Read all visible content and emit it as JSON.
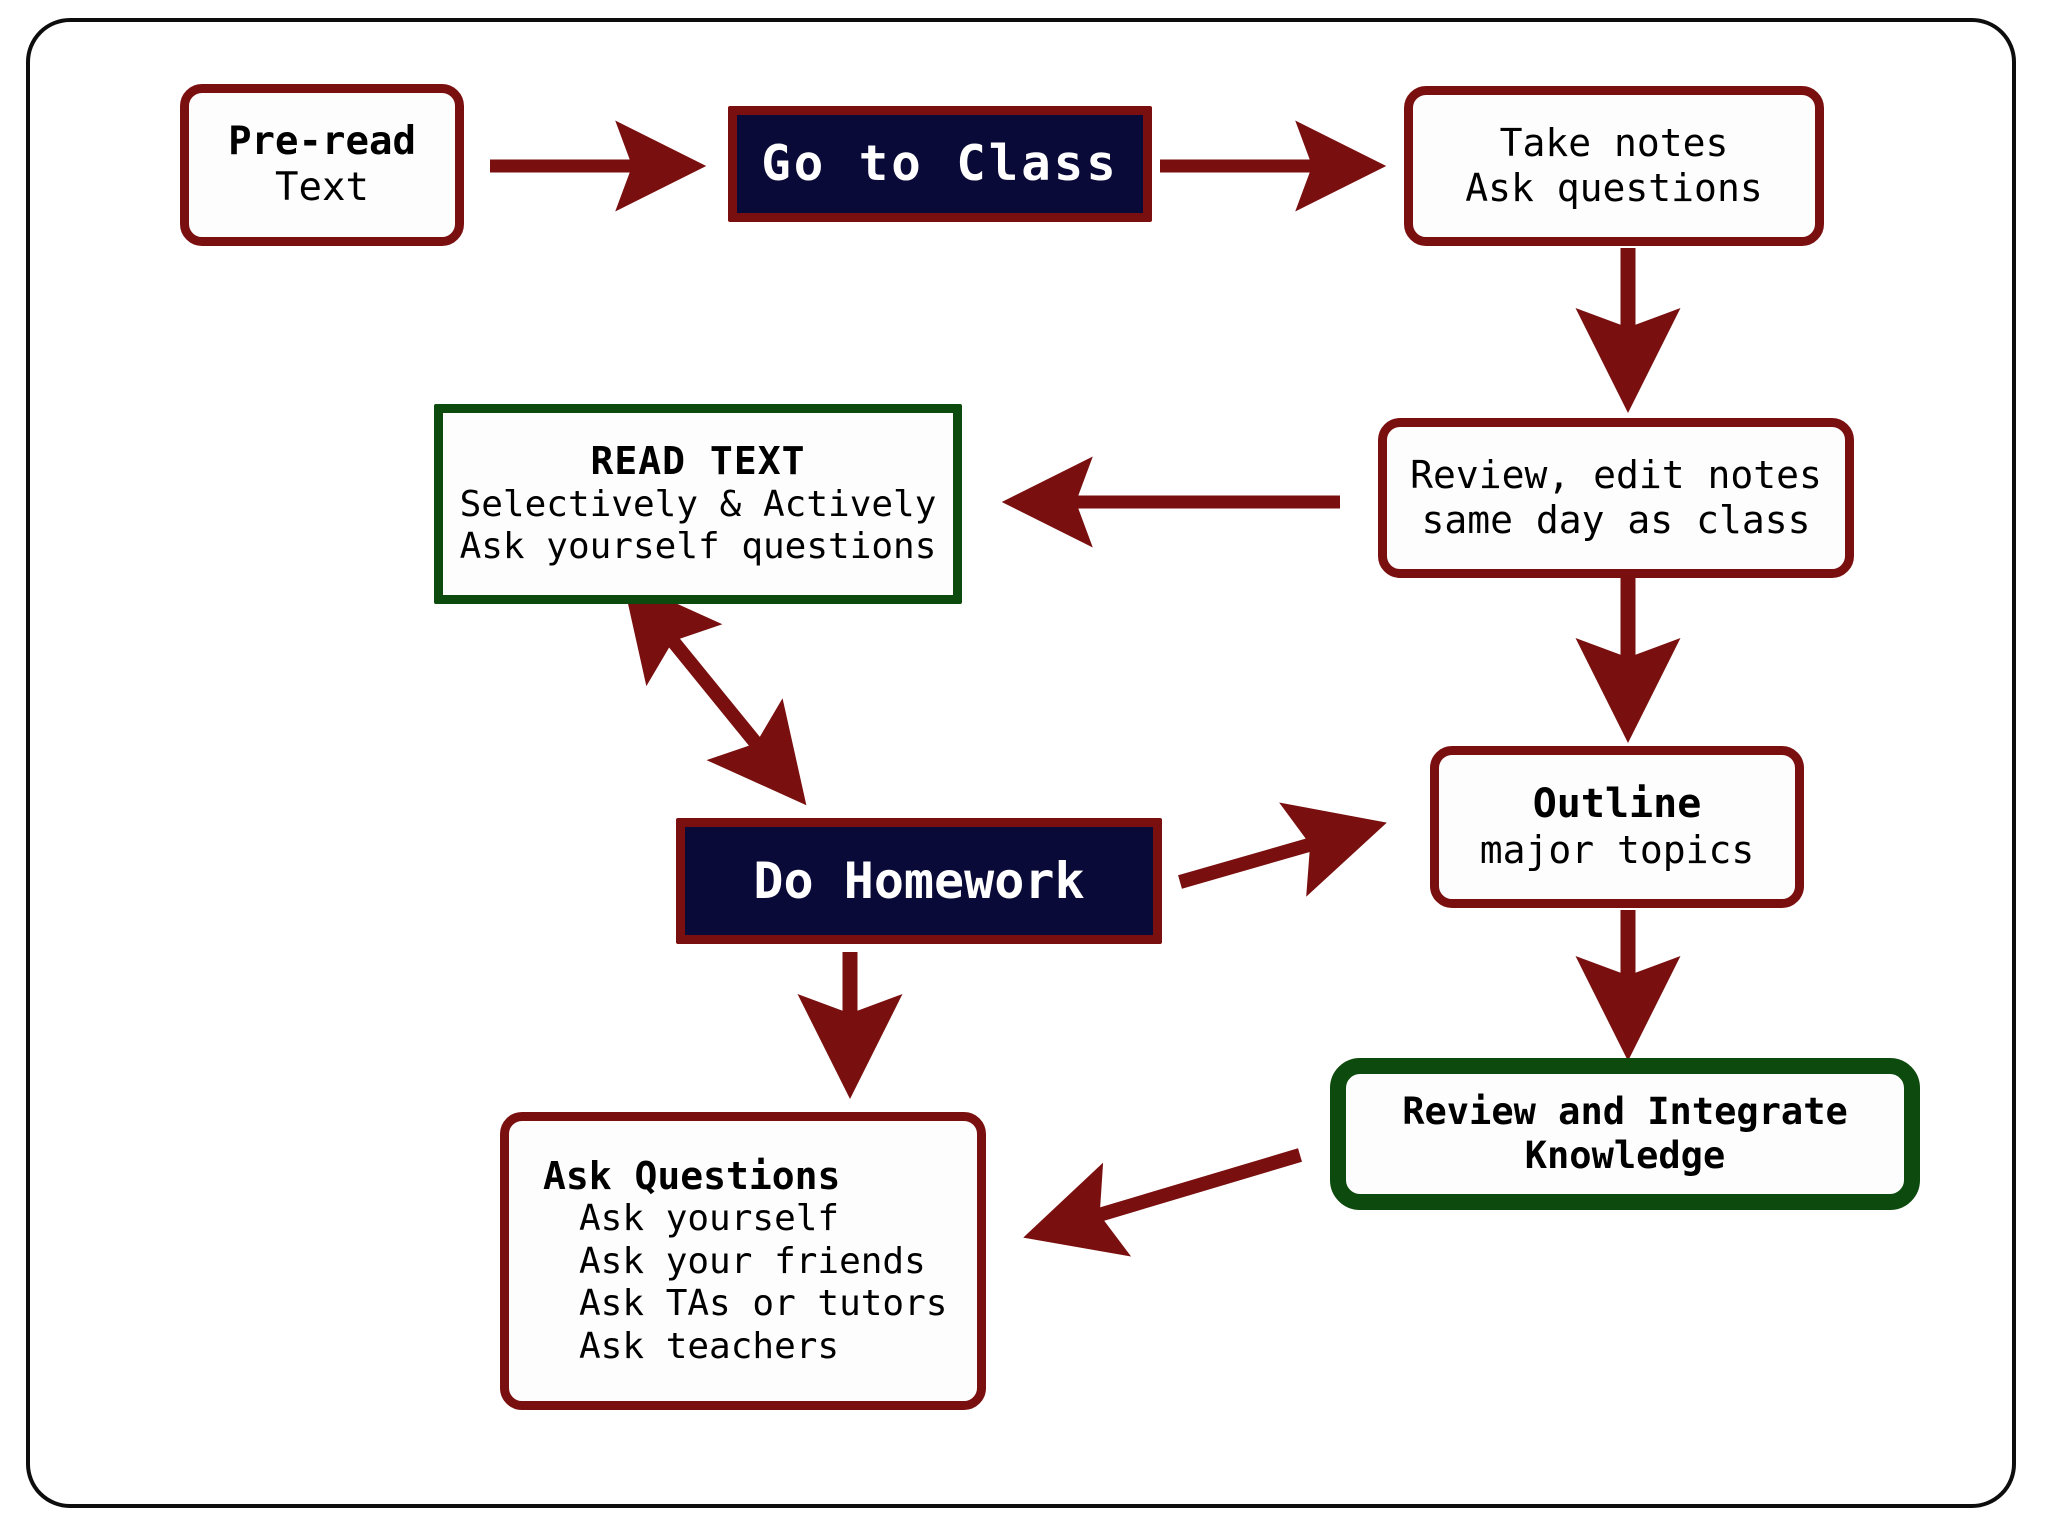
{
  "diagram": {
    "title": "Study cycle flowchart",
    "colors": {
      "accent_red": "#7a0f0f",
      "accent_green": "#0d4a0d",
      "navy_fill": "#0a0a38",
      "frame": "#0d0d0d",
      "text": "#000000",
      "inverse_text": "#ffffff"
    },
    "nodes": [
      {
        "id": "pre-read",
        "style": "red-round",
        "lines": [
          {
            "text": "Pre-read",
            "bold": true
          },
          {
            "text": "Text",
            "bold": false
          }
        ]
      },
      {
        "id": "go-to-class",
        "style": "navy",
        "lines": [
          {
            "text": "Go to Class",
            "bold": true
          }
        ]
      },
      {
        "id": "take-notes",
        "style": "red-round",
        "lines": [
          {
            "text": "Take notes",
            "bold": false
          },
          {
            "text": "Ask questions",
            "bold": false
          }
        ]
      },
      {
        "id": "review-edit-notes",
        "style": "red-round",
        "lines": [
          {
            "text": "Review, edit notes",
            "bold": false
          },
          {
            "text": "same day as class",
            "bold": false
          }
        ]
      },
      {
        "id": "read-text",
        "style": "green-square",
        "lines": [
          {
            "text": "READ TEXT",
            "bold": true
          },
          {
            "text": "Selectively & Actively",
            "bold": false
          },
          {
            "text": "Ask yourself questions",
            "bold": false
          }
        ]
      },
      {
        "id": "do-homework",
        "style": "navy",
        "lines": [
          {
            "text": "Do Homework",
            "bold": true
          }
        ]
      },
      {
        "id": "outline",
        "style": "red-round",
        "lines": [
          {
            "text": "Outline",
            "bold": true
          },
          {
            "text": "major topics",
            "bold": false
          }
        ]
      },
      {
        "id": "review-integrate",
        "style": "green-round",
        "lines": [
          {
            "text": "Review and Integrate",
            "bold": true
          },
          {
            "text": "Knowledge",
            "bold": true
          }
        ]
      },
      {
        "id": "ask-questions",
        "style": "red-round",
        "lines": [
          {
            "text": "Ask Questions",
            "bold": true
          },
          {
            "text": "Ask yourself",
            "bold": false
          },
          {
            "text": "Ask your friends",
            "bold": false
          },
          {
            "text": "Ask TAs or tutors",
            "bold": false
          },
          {
            "text": "Ask teachers",
            "bold": false
          }
        ]
      }
    ],
    "edges": [
      {
        "id": "pre-read-to-class",
        "from": "pre-read",
        "to": "go-to-class",
        "direction": "one-way"
      },
      {
        "id": "class-to-notes",
        "from": "go-to-class",
        "to": "take-notes",
        "direction": "one-way"
      },
      {
        "id": "notes-to-review",
        "from": "take-notes",
        "to": "review-edit-notes",
        "direction": "one-way"
      },
      {
        "id": "review-to-read-text",
        "from": "review-edit-notes",
        "to": "read-text",
        "direction": "one-way"
      },
      {
        "id": "read-text-homework",
        "from": "read-text",
        "to": "do-homework",
        "direction": "two-way"
      },
      {
        "id": "homework-to-outline",
        "from": "do-homework",
        "to": "outline",
        "direction": "one-way"
      },
      {
        "id": "homework-to-ask",
        "from": "do-homework",
        "to": "ask-questions",
        "direction": "one-way"
      },
      {
        "id": "review-to-outline",
        "from": "review-edit-notes",
        "to": "outline",
        "direction": "one-way"
      },
      {
        "id": "outline-to-integrate",
        "from": "outline",
        "to": "review-integrate",
        "direction": "one-way"
      },
      {
        "id": "integrate-to-ask",
        "from": "review-integrate",
        "to": "ask-questions",
        "direction": "one-way"
      }
    ]
  }
}
